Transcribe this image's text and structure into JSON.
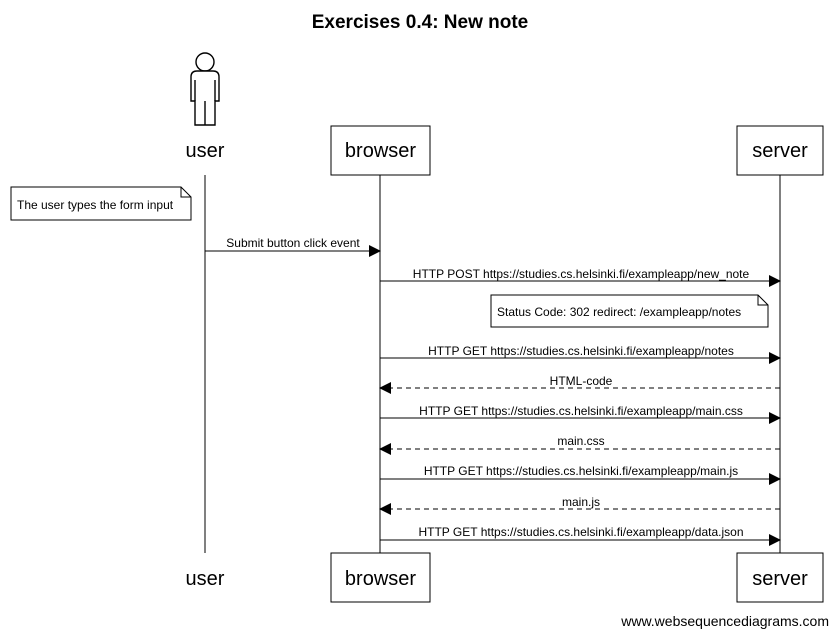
{
  "title": "Exercises 0.4: New note",
  "participants": [
    {
      "id": "user",
      "label": "user",
      "kind": "actor"
    },
    {
      "id": "browser",
      "label": "browser",
      "kind": "box"
    },
    {
      "id": "server",
      "label": "server",
      "kind": "box"
    }
  ],
  "notes": [
    {
      "text": "The user types the form input"
    },
    {
      "text": "Status Code: 302 redirect: /exampleapp/notes"
    }
  ],
  "messages": [
    {
      "from": "user",
      "to": "browser",
      "label": "Submit button click event",
      "style": "solid"
    },
    {
      "from": "browser",
      "to": "server",
      "label": "HTTP POST https://studies.cs.helsinki.fi/exampleapp/new_note",
      "style": "solid"
    },
    {
      "from": "browser",
      "to": "server",
      "label": "HTTP GET https://studies.cs.helsinki.fi/exampleapp/notes",
      "style": "solid"
    },
    {
      "from": "server",
      "to": "browser",
      "label": "HTML-code",
      "style": "dashed"
    },
    {
      "from": "browser",
      "to": "server",
      "label": "HTTP GET https://studies.cs.helsinki.fi/exampleapp/main.css",
      "style": "solid"
    },
    {
      "from": "server",
      "to": "browser",
      "label": "main.css",
      "style": "dashed"
    },
    {
      "from": "browser",
      "to": "server",
      "label": "HTTP GET https://studies.cs.helsinki.fi/exampleapp/main.js",
      "style": "solid"
    },
    {
      "from": "server",
      "to": "browser",
      "label": "main.js",
      "style": "dashed"
    },
    {
      "from": "browser",
      "to": "server",
      "label": "HTTP GET https://studies.cs.helsinki.fi/exampleapp/data.json",
      "style": "solid"
    }
  ],
  "footer": "www.websequencediagrams.com"
}
